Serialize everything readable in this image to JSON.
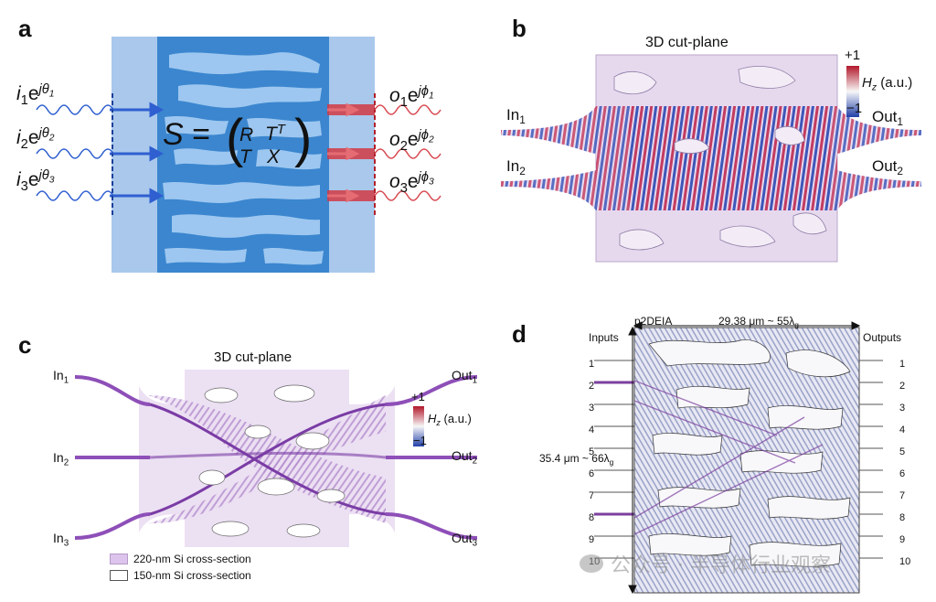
{
  "panels": {
    "a": {
      "letter": "a",
      "inputs": [
        {
          "amp": "i",
          "idx": "1",
          "e": "e",
          "phase_var": "jθ",
          "phase_idx": "1"
        },
        {
          "amp": "i",
          "idx": "2",
          "e": "e",
          "phase_var": "jθ",
          "phase_idx": "2"
        },
        {
          "amp": "i",
          "idx": "3",
          "e": "e",
          "phase_var": "jθ",
          "phase_idx": "3"
        }
      ],
      "outputs": [
        {
          "amp": "o",
          "idx": "1",
          "e": "e",
          "phase_var": "jϕ",
          "phase_idx": "1"
        },
        {
          "amp": "o",
          "idx": "2",
          "e": "e",
          "phase_var": "jϕ",
          "phase_idx": "2"
        },
        {
          "amp": "o",
          "idx": "3",
          "e": "e",
          "phase_var": "jϕ",
          "phase_idx": "3"
        }
      ],
      "matrix": {
        "S": "S",
        "eq": "=",
        "R": "R",
        "TT": "T",
        "T_sup": "T",
        "T": "T",
        "X": "X"
      },
      "colors": {
        "outer": "#a9c8ec",
        "inner": "#3b86cf",
        "pattern": "#9dc7f0",
        "in_wave": "#2f5fd0",
        "out_wave": "#d84a52"
      }
    },
    "b": {
      "letter": "b",
      "title": "3D cut-plane",
      "in1": {
        "base": "In",
        "sub": "1"
      },
      "in2": {
        "base": "In",
        "sub": "2"
      },
      "out1": {
        "base": "Out",
        "sub": "1"
      },
      "out2": {
        "base": "Out",
        "sub": "2"
      },
      "scale_top": "+1",
      "scale_bottom": "−1",
      "scale_label_H": "H",
      "scale_label_z": "z",
      "scale_label_unit": " (a.u.)"
    },
    "c": {
      "letter": "c",
      "title": "3D cut-plane",
      "in1": {
        "base": "In",
        "sub": "1"
      },
      "in2": {
        "base": "In",
        "sub": "2"
      },
      "in3": {
        "base": "In",
        "sub": "3"
      },
      "out1": {
        "base": "Out",
        "sub": "1"
      },
      "out2": {
        "base": "Out",
        "sub": "2"
      },
      "out3": {
        "base": "Out",
        "sub": "3"
      },
      "scale_top": "+1",
      "scale_bottom": "−1",
      "scale_label_H": "H",
      "scale_label_z": "z",
      "scale_label_unit": " (a.u.)",
      "legend": [
        "220-nm Si cross-section",
        "150-nm Si cross-section"
      ]
    },
    "d": {
      "letter": "d",
      "device_name": "p2DEIA",
      "width_label": "29.38 μm ~ 55λ",
      "width_sub": "g",
      "height_label": "35.4 μm ~ 66λ",
      "height_sub": "g",
      "inputs_title": "Inputs",
      "outputs_title": "Outputs",
      "port_numbers": [
        "1",
        "2",
        "3",
        "4",
        "5",
        "6",
        "7",
        "8",
        "9",
        "10"
      ]
    }
  },
  "watermark": "公众号 · 半导体行业观察"
}
